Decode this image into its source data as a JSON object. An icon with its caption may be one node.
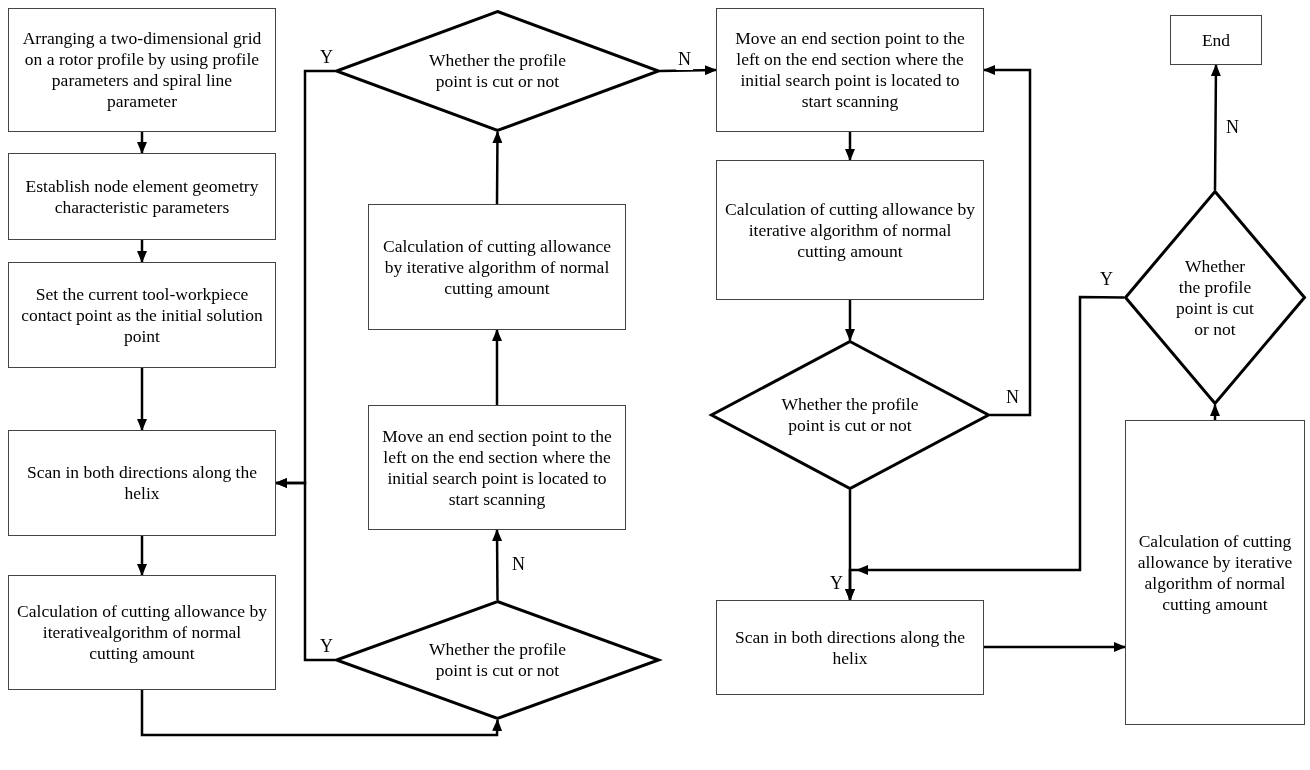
{
  "diagram": {
    "nodes": [
      {
        "text": [
          "Arranging a two-dimensional grid on a rotor profile by using profile parameters and spiral line parameter"
        ]
      },
      {
        "text": [
          "Establish node element geometry characteristic parameters"
        ]
      },
      {
        "text": [
          "Set the current tool-workpiece contact point as the initial solution point"
        ]
      },
      {
        "text": [
          "Scan in both directions along the helix"
        ]
      },
      {
        "text": [
          "Calculation of cutting allowance by iterativealgorithm of normal cutting amount"
        ]
      },
      {
        "text": [
          "Whether the profile point is cut or not"
        ]
      },
      {
        "text": [
          "Move an end section point to the left on the end section where the initial search point is located to start scanning"
        ]
      },
      {
        "text": [
          "Calculation of cutting allowance by iterative algorithm of normal cutting amount"
        ]
      },
      {
        "text": [
          "Whether the profile point is cut or not"
        ]
      },
      {
        "text": [
          "Move an end section point to the left on the end section where the initial search point is located to start scanning"
        ]
      },
      {
        "text": [
          "Calculation of cutting allowance by iterative algorithm of normal cutting amount"
        ]
      },
      {
        "text": [
          "Whether the profile point is cut or not"
        ]
      },
      {
        "text": [
          "Scan in both directions along the helix"
        ]
      },
      {
        "text": [
          "Calculation of cutting allowance by iterative algorithm of normal cutting amount"
        ]
      },
      {
        "text": [
          "Whether the profile point is cut or not"
        ]
      },
      {
        "text": [
          "End"
        ]
      }
    ],
    "edges": [
      {
        "from": 0,
        "to": 1,
        "arrow": "to"
      },
      {
        "from": 1,
        "to": 2,
        "arrow": "to"
      },
      {
        "from": 2,
        "to": 3,
        "arrow": "to"
      },
      {
        "from": 3,
        "to": 4,
        "arrow": "to"
      },
      {
        "from": 4,
        "to": 5,
        "arrow": "to"
      },
      {
        "from": 5,
        "to": 6,
        "arrow": "to",
        "label": "N"
      },
      {
        "from": 6,
        "to": 7,
        "arrow": "to"
      },
      {
        "from": 7,
        "to": 8,
        "arrow": "to"
      },
      {
        "from": 8,
        "to": 9,
        "arrow": "to",
        "label": "N"
      },
      {
        "from": 8,
        "to": 3,
        "arrow": "to",
        "label": "Y"
      },
      {
        "from": 5,
        "to": 3,
        "arrow": "to",
        "label": "Y"
      },
      {
        "from": 9,
        "to": 10,
        "arrow": "to"
      },
      {
        "from": 10,
        "to": 11,
        "arrow": "to"
      },
      {
        "from": 11,
        "to": 9,
        "arrow": "to",
        "label": "N"
      },
      {
        "from": 11,
        "to": 12,
        "arrow": "to",
        "label": "Y"
      },
      {
        "from": 14,
        "to": 12,
        "arrow": "to",
        "label": "Y"
      },
      {
        "from": 12,
        "to": 13,
        "arrow": "to"
      },
      {
        "from": 13,
        "to": 14,
        "arrow": "to"
      },
      {
        "from": 14,
        "to": 15,
        "arrow": "to",
        "label": "N"
      }
    ]
  }
}
